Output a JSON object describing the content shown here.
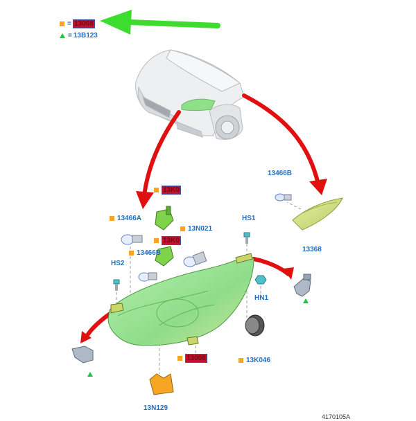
{
  "legend": {
    "primary_equals": "=",
    "primary_code": "13008",
    "secondary_equals": "=",
    "secondary_code": "13B123"
  },
  "parts": {
    "bulb_13466B_upper": "13466B",
    "side_lamp": "13368",
    "bulb_13466A": "13466A",
    "socket_upper_code": "13K0",
    "socket_lower_code": "13K0",
    "bulb_13N021": "13N021",
    "bulb_13466B_lower": "13466B",
    "screw_HS1": "HS1",
    "screw_HS2": "HS2",
    "nut_HN1": "HN1",
    "cap_13K046": "13K046",
    "bracket_13N129": "13N129",
    "housing_code": "13008"
  },
  "figure_id": "4170105A",
  "colors": {
    "arrow_red": "#e01010",
    "arrow_green": "#3ddc2e",
    "label_blue": "#1f6fc4",
    "marker_orange": "#f4a623",
    "marker_green": "#22c04a",
    "highlight_red": "#c8102e"
  }
}
